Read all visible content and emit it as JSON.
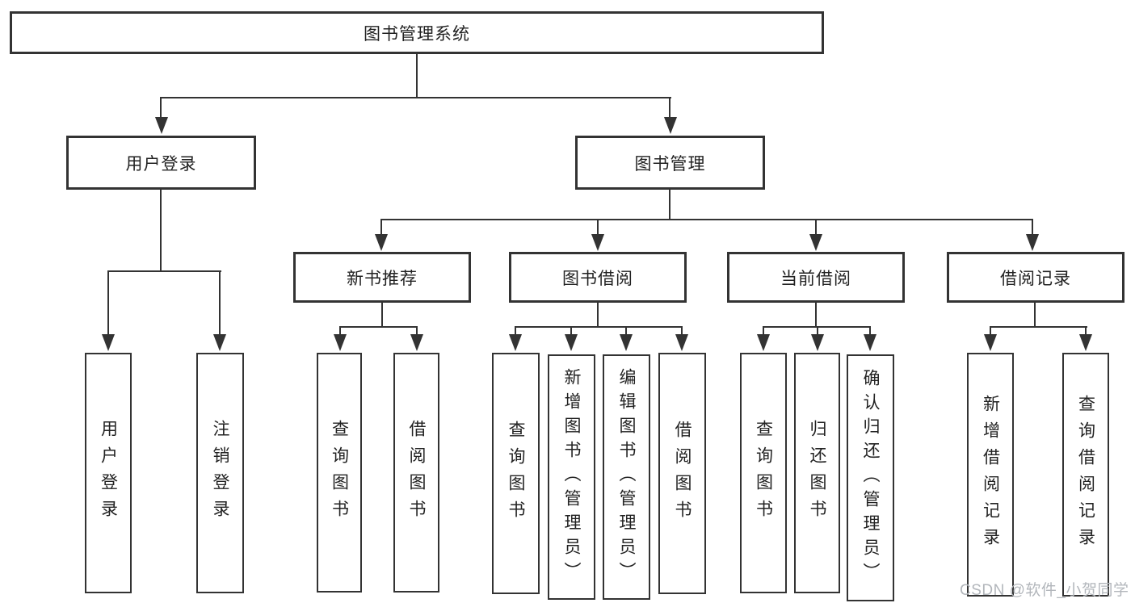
{
  "watermark": "CSDN @软件_小贺同学",
  "colors": {
    "line": "#333333",
    "text": "#222222",
    "watermark": "#b2b6bb",
    "background": "#ffffff"
  },
  "tree": {
    "root": "图书管理系统",
    "level1": [
      {
        "label": "用户登录",
        "children": [
          "用户登录",
          "注销登录"
        ]
      },
      {
        "label": "图书管理"
      }
    ],
    "level2": [
      {
        "label": "新书推荐",
        "children": [
          "查询图书",
          "借阅图书"
        ]
      },
      {
        "label": "图书借阅",
        "children": [
          "查询图书",
          "新增图书（管理员）",
          "编辑图书（管理员）",
          "借阅图书"
        ]
      },
      {
        "label": "当前借阅",
        "children": [
          "查询图书",
          "归还图书",
          "确认归还（管理员）"
        ]
      },
      {
        "label": "借阅记录",
        "children": [
          "新增借阅记录",
          "查询借阅记录"
        ]
      }
    ]
  }
}
